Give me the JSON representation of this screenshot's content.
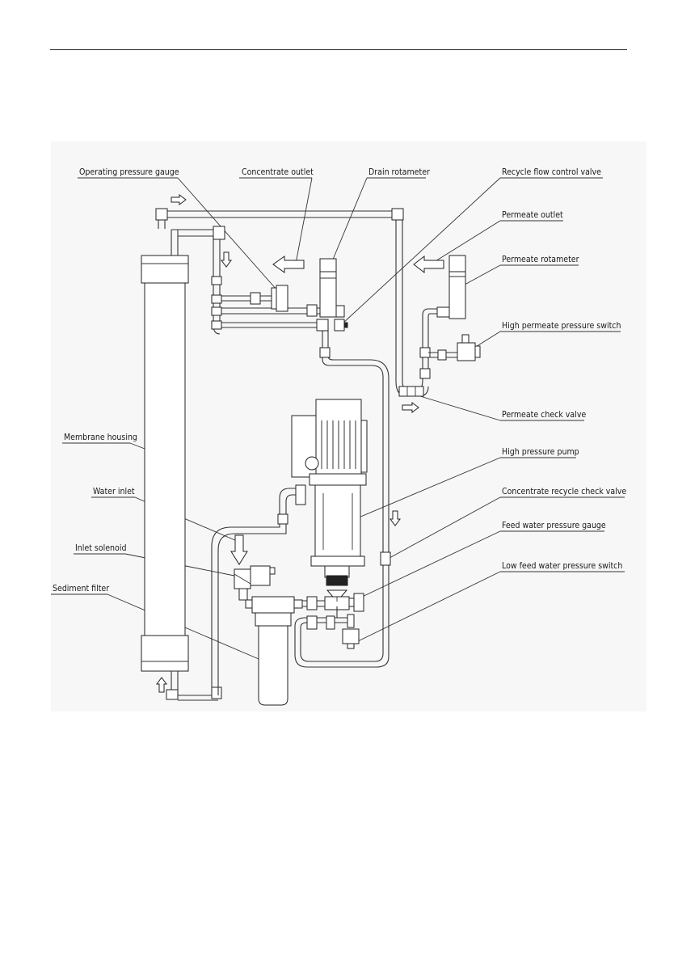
{
  "diagram": {
    "labels": {
      "operating_pressure_gauge": "Operating pressure gauge",
      "concentrate_outlet": "Concentrate outlet",
      "drain_rotameter": "Drain rotameter",
      "recycle_flow_control_valve": "Recycle flow control valve",
      "permeate_outlet": "Permeate outlet",
      "permeate_rotameter": "Permeate rotameter",
      "high_permeate_pressure_switch": "High permeate pressure switch",
      "permeate_check_valve": "Permeate check valve",
      "membrane_housing": "Membrane housing",
      "high_pressure_pump": "High pressure pump",
      "water_inlet": "Water inlet",
      "concentrate_recycle_check_valve": "Concentrate recycle check valve",
      "feed_water_pressure_gauge": "Feed water pressure gauge",
      "inlet_solenoid": "Inlet solenoid",
      "low_feed_water_pressure_switch": "Low feed water pressure switch",
      "sediment_filter": "Sediment filter"
    }
  }
}
